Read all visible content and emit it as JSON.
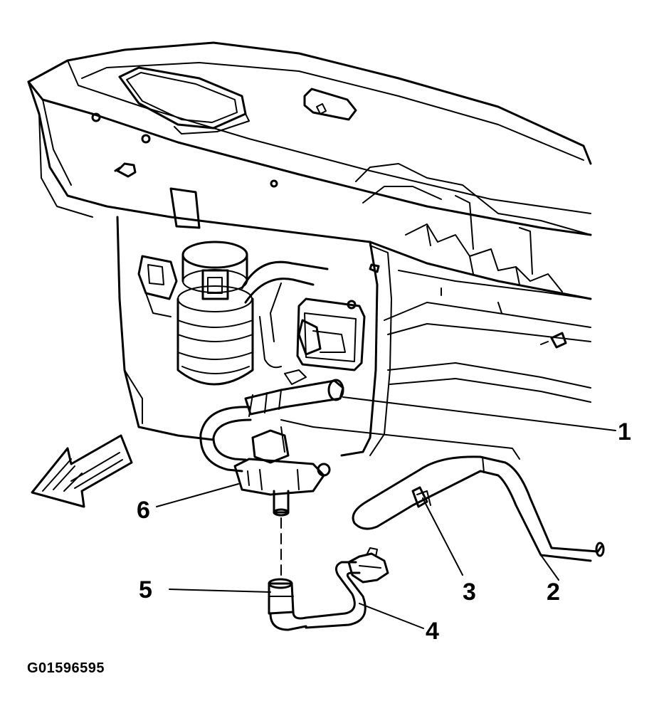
{
  "diagram": {
    "figure_id": "G01596595",
    "callouts": [
      "1",
      "2",
      "3",
      "4",
      "5",
      "6"
    ],
    "colors": {
      "ink": "#000000",
      "paper": "#ffffff"
    }
  }
}
